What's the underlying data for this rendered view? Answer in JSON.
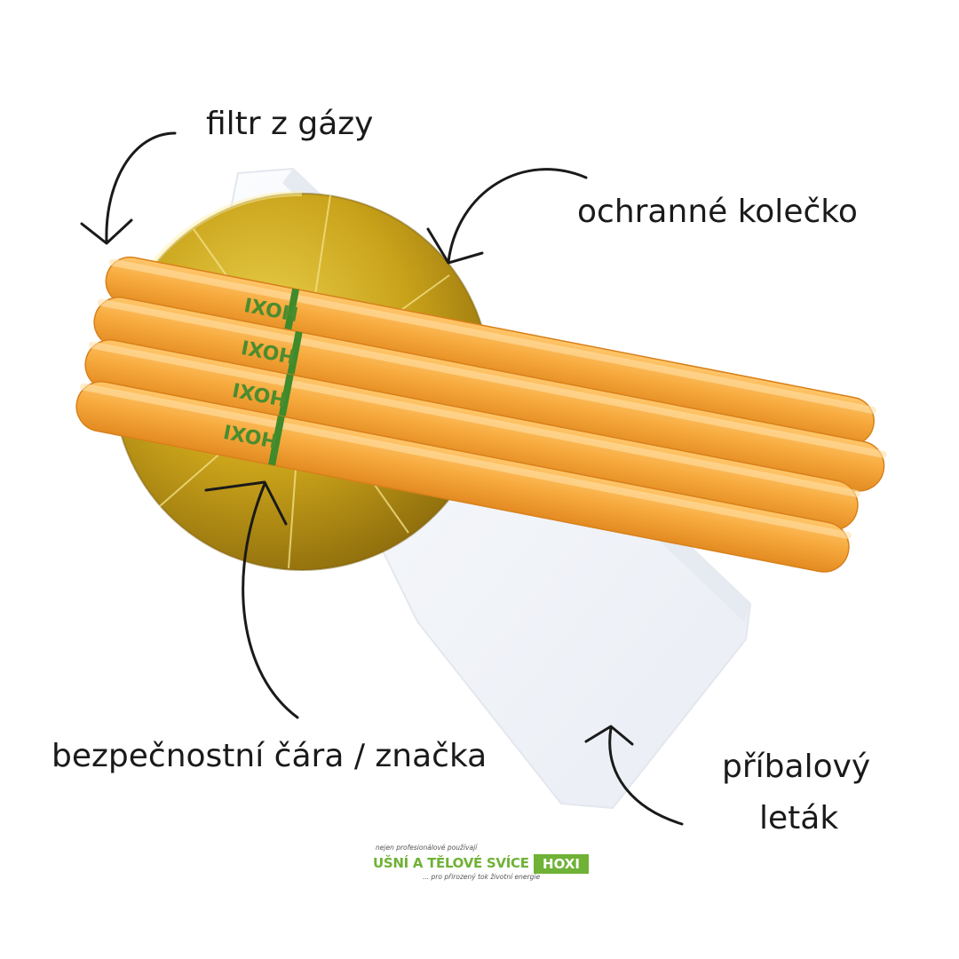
{
  "labels": {
    "filter": "filtr z gázy",
    "ring": "ochranné kolečko",
    "safety_line": "bezpečnostní čára / značka",
    "leaflet_line1": "příbalový",
    "leaflet_line2": "leták"
  },
  "candle_print": "HOXI",
  "logo": {
    "tagline": "nejen profesionálové používají",
    "name": "UŠNÍ A TĚLOVÉ SVÍCE",
    "brand": "HOXI",
    "subline": "... pro přirozený tok životní energie"
  },
  "colors": {
    "candle": "#f5a93a",
    "candle_dark": "#e89021",
    "gold": "#c9a21a",
    "stripe": "#3f8a2a",
    "logo_green": "#6fb236",
    "paper": "#f4f6fa"
  }
}
